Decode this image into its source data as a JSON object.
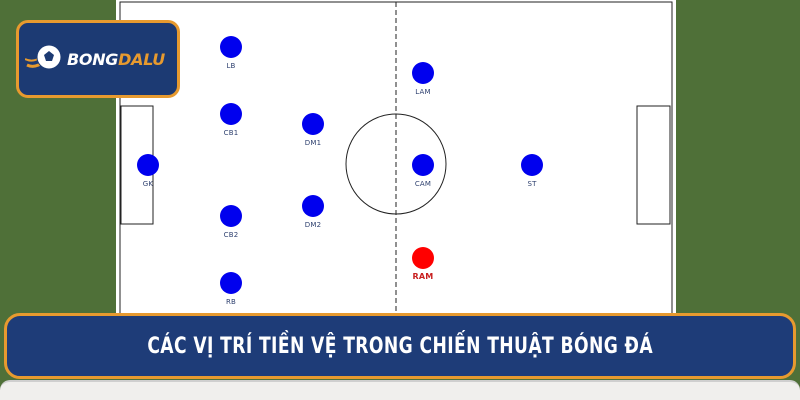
{
  "logo": {
    "text_part1": "BONG",
    "text_part2": "DALU"
  },
  "banner": {
    "title": "CÁC VỊ TRÍ TIỀN VỆ TRONG CHIẾN THUẬT BÓNG ĐÁ"
  },
  "colors": {
    "pitch": "#ffffff",
    "player": "#0000ee",
    "highlight": "#ff0000",
    "banner_bg": "#1e3c78",
    "accent": "#e79a2f",
    "grass": "#4f7038"
  },
  "players": [
    {
      "label": "LB",
      "highlighted": false
    },
    {
      "label": "CB1",
      "highlighted": false
    },
    {
      "label": "GK",
      "highlighted": false
    },
    {
      "label": "CB2",
      "highlighted": false
    },
    {
      "label": "RB",
      "highlighted": false
    },
    {
      "label": "DM1",
      "highlighted": false
    },
    {
      "label": "DM2",
      "highlighted": false
    },
    {
      "label": "LAM",
      "highlighted": false
    },
    {
      "label": "CAM",
      "highlighted": false
    },
    {
      "label": "RAM",
      "highlighted": true
    },
    {
      "label": "ST",
      "highlighted": false
    }
  ]
}
